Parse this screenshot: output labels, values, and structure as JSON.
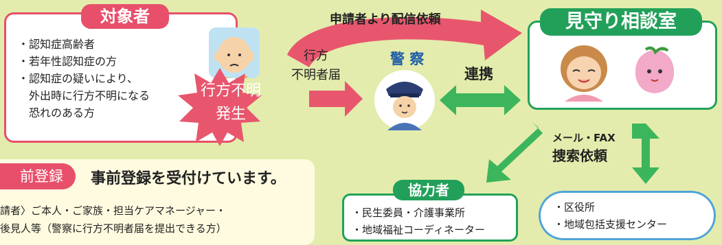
{
  "target": {
    "title": "対象者",
    "items": [
      "・認知症高齢者",
      "・若年性認知症の方",
      "・認知症の疑いにより、",
      "　外出時に行方不明になる",
      "　恐れのある方"
    ]
  },
  "burst": {
    "line1": "行方不明",
    "line2": "発生"
  },
  "request_label": "申請者より配信依頼",
  "missing_report": {
    "line1": "行方",
    "line2": "不明者届"
  },
  "police_label": "警 察",
  "renkei_label": "連携",
  "mimamori_title": "見守り相談室",
  "search": {
    "line1": "メール・FAX",
    "line2": "捜索依頼"
  },
  "registration": {
    "badge": "前登録",
    "heading": "事前登録を受付けています。",
    "line1": "請者〉ご本人・ご家族・担当ケアマネージャー・",
    "line2": "後見人等（警察に行方不明者届を提出できる方）"
  },
  "cooperator": {
    "title": "協力者",
    "items": [
      "・民生委員・介護事業所",
      "・地域福祉コーディネーター"
    ]
  },
  "office": {
    "items": [
      "・区役所",
      "・地域包括支援センター"
    ]
  },
  "colors": {
    "pink": "#e84f6b",
    "green": "#22a05a",
    "blue": "#4fa3d8",
    "background": "#e3ecac"
  }
}
